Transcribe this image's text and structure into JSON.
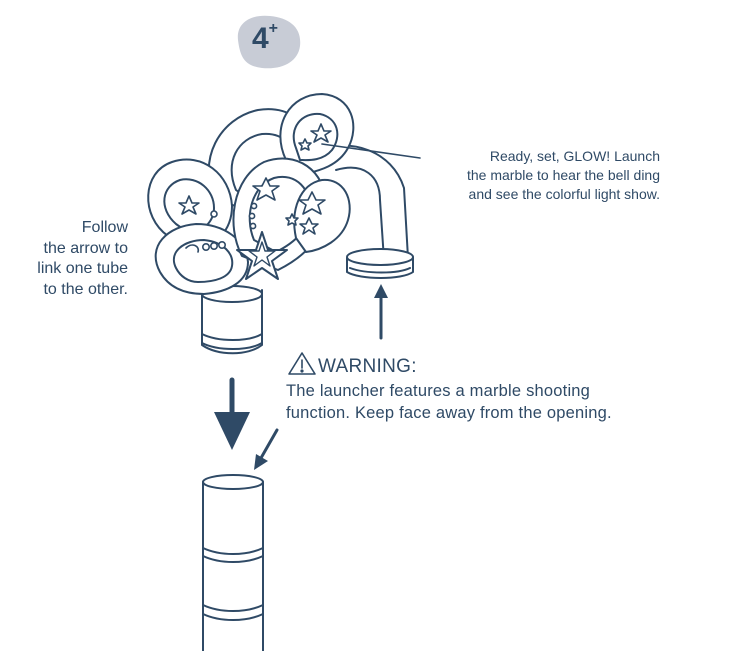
{
  "badge": {
    "label": "4",
    "superscript": "+"
  },
  "instructions": {
    "follow_lines": [
      "Follow",
      "the arrow to",
      "link one tube",
      "to the other."
    ],
    "ready_lines": [
      "Ready, set, GLOW! Launch",
      "the marble to hear the bell ding",
      "and see the colorful light show."
    ],
    "warning_title": "WARNING:",
    "warning_lines": [
      "The launcher features a marble shooting",
      "function. Keep face away from the opening."
    ]
  },
  "colors": {
    "ink": "#2f4a66",
    "badge_fill": "#c8ccd6",
    "background": "#ffffff"
  },
  "icons": [
    "warning-triangle-icon",
    "star-icon",
    "arrow-down-icon"
  ]
}
